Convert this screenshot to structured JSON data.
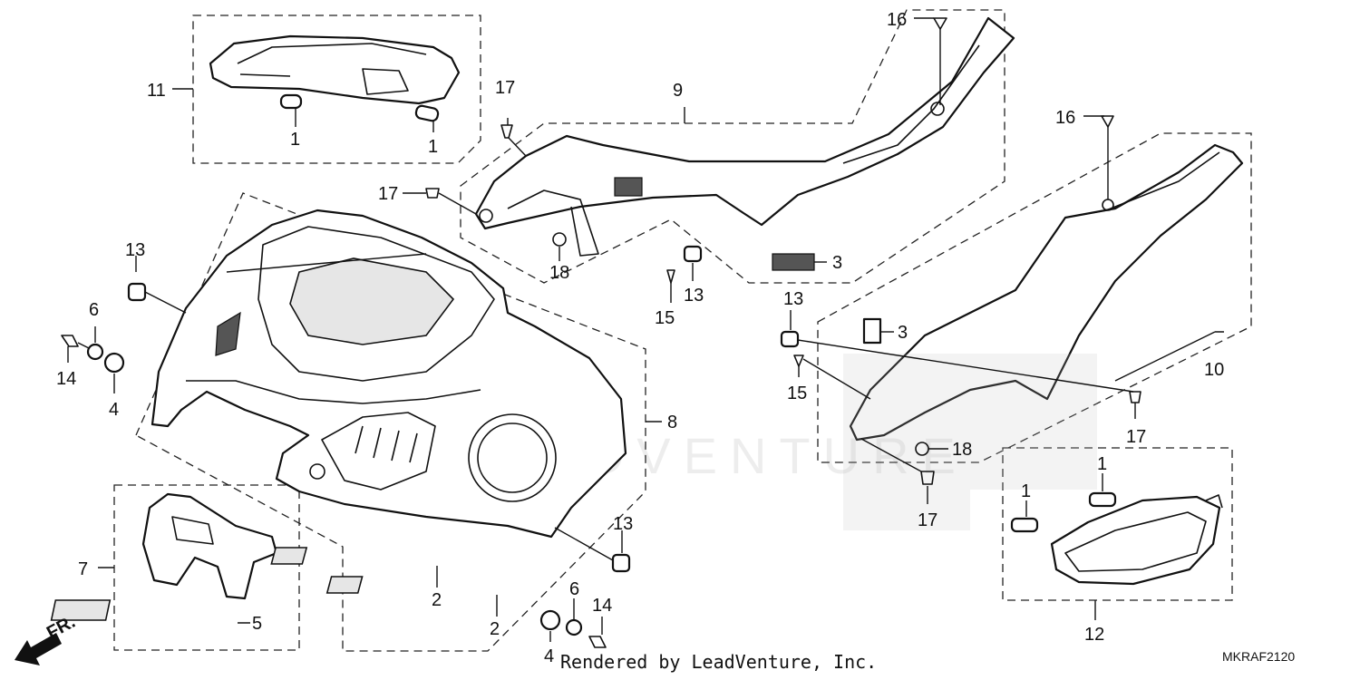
{
  "diagram": {
    "callouts": [
      "1",
      "1",
      "1",
      "1",
      "2",
      "2",
      "3",
      "3",
      "4",
      "4",
      "5",
      "6",
      "6",
      "7",
      "8",
      "9",
      "10",
      "11",
      "12",
      "13",
      "13",
      "13",
      "13",
      "14",
      "14",
      "15",
      "15",
      "16",
      "16",
      "17",
      "17",
      "17",
      "17",
      "18",
      "18"
    ],
    "front_arrow_label": "FR.",
    "watermark": "LEADVENTURE",
    "credit": "Rendered by LeadVenture, Inc.",
    "diagram_code": "MKRAF2120"
  },
  "labels": {
    "p11": "11",
    "p1a": "1",
    "p1b": "1",
    "p9": "9",
    "p17a": "17",
    "p16a": "16",
    "p3a": "3",
    "p18a": "18",
    "p15a": "15",
    "p13a": "13",
    "p17b": "17",
    "p13b": "13",
    "p6a": "6",
    "p14a": "14",
    "p4a": "4",
    "p8": "8",
    "p16b": "16",
    "p10": "10",
    "p13c": "13",
    "p3b": "3",
    "p15b": "15",
    "p17c": "17",
    "p18b": "18",
    "p17d": "17",
    "p7": "7",
    "p5": "5",
    "p2a": "2",
    "p2b": "2",
    "p13d": "13",
    "p6b": "6",
    "p14b": "14",
    "p4b": "4",
    "p1c": "1",
    "p1d": "1",
    "p12": "12",
    "fr": "FR."
  }
}
